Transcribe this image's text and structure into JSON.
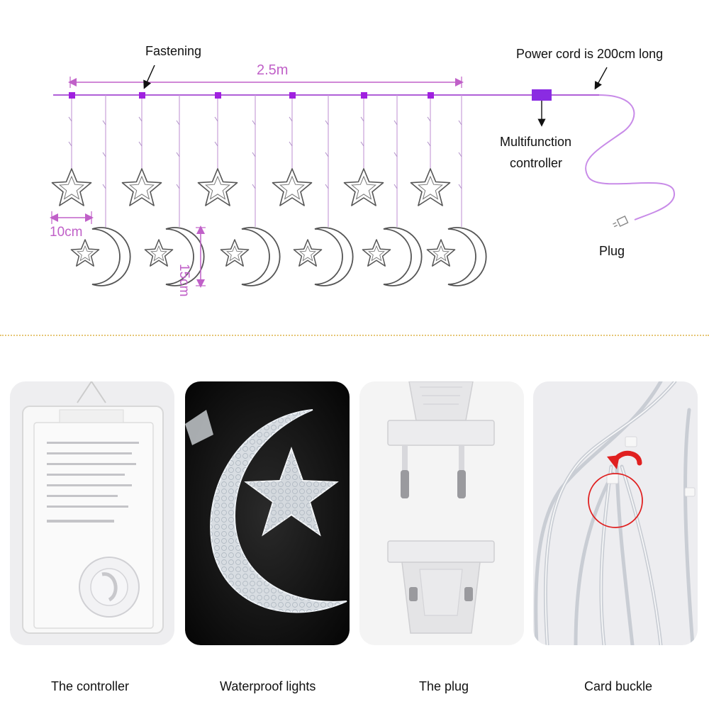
{
  "diagram": {
    "labels": {
      "fastening": "Fastening",
      "length": "2.5m",
      "power_cord": "Power cord is 200cm long",
      "controller_line1": "Multifunction",
      "controller_line2": "controller",
      "plug": "Plug",
      "width": "10cm",
      "height": "15cm"
    },
    "colors": {
      "wire": "#b060d8",
      "dimension": "#c060c8",
      "outline": "#555555",
      "controller_box": "#8a2be2"
    },
    "icons": [
      "star-icon",
      "crescent-moon-icon",
      "plug-icon",
      "arrow-icon"
    ]
  },
  "photos": [
    {
      "caption": "The controller",
      "icon": "controller-photo"
    },
    {
      "caption": "Waterproof lights",
      "icon": "moon-star-photo"
    },
    {
      "caption": "The plug",
      "icon": "plug-photo"
    },
    {
      "caption": "Card buckle",
      "icon": "card-buckle-photo"
    }
  ],
  "colors": {
    "divider": "#e6c676",
    "highlight_circle": "#e02020"
  }
}
